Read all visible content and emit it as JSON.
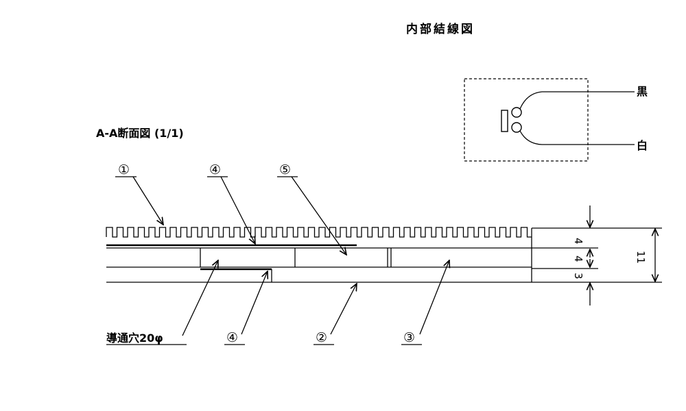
{
  "title": "内部結線図",
  "wiring": {
    "black_label": "黒",
    "white_label": "白"
  },
  "section": {
    "title": "A-A断面図 (1/1)"
  },
  "callouts": {
    "c1": "①",
    "c4_top": "④",
    "c5": "⑤",
    "via": "導通穴20φ",
    "c4_bottom": "④",
    "c2": "②",
    "c3": "③"
  },
  "dimensions": {
    "d1": "4",
    "d2": "4",
    "d3": "3",
    "total": "11"
  }
}
